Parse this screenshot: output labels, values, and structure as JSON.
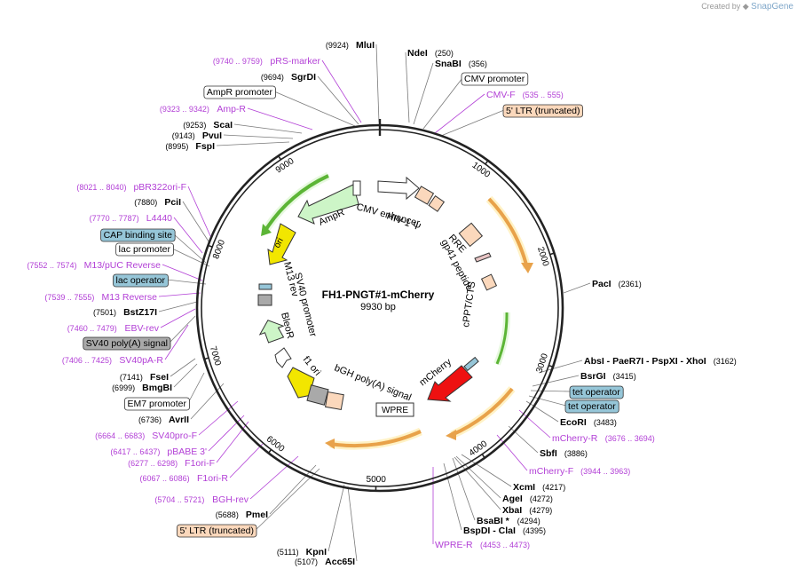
{
  "app": {
    "created_by": "Created by",
    "brand": "SnapGene"
  },
  "plasmid": {
    "name": "FH1-PNGT#1-mCherry",
    "length_label": "9930 bp",
    "length": 9930
  },
  "colors": {
    "backbone": "#222222",
    "primer": "#b23fd6",
    "site_name": "#000000",
    "orange_arrow": "#e8a24a",
    "green_arrow": "#5cb536",
    "red_arrow": "#ee1111",
    "yellow_arrow": "#f2e600",
    "peach_box": "#fbd8bc",
    "grey_box": "#a9a9a9",
    "blue_box": "#96c6d8",
    "light_green_arrow": "#cdf5c7"
  },
  "ticks": [
    "1000",
    "2000",
    "3000",
    "4000",
    "5000",
    "6000",
    "7000",
    "8000",
    "9000"
  ],
  "right_labels": [
    {
      "name": "NdeI",
      "pos": "(250)"
    },
    {
      "name": "SnaBI",
      "pos": "(356)"
    },
    {
      "name": "CMV promoter",
      "boxed": "plain"
    },
    {
      "name": "CMV-F",
      "pos": "(535 .. 555)",
      "primer": true
    },
    {
      "name": "5' LTR (truncated)",
      "boxed": "peach"
    },
    {
      "name": "PacI",
      "pos": "(2361)"
    },
    {
      "name": "AbsI  - PaeR7I  - PspXI  - XhoI",
      "pos": "(3162)"
    },
    {
      "name": "BsrGI",
      "pos": "(3415)"
    },
    {
      "name": "tet operator",
      "boxed": "blue"
    },
    {
      "name": "tet operator",
      "boxed": "blue"
    },
    {
      "name": "EcoRI",
      "pos": "(3483)"
    },
    {
      "name": "mCherry-R",
      "pos": "(3676 .. 3694)",
      "primer": true
    },
    {
      "name": "SbfI",
      "pos": "(3886)"
    },
    {
      "name": "mCherry-F",
      "pos": "(3944 .. 3963)",
      "primer": true
    },
    {
      "name": "XcmI",
      "pos": "(4217)"
    },
    {
      "name": "AgeI",
      "pos": "(4272)"
    },
    {
      "name": "XbaI",
      "pos": "(4279)"
    },
    {
      "name": "BsaBI *",
      "pos": "(4294)"
    },
    {
      "name": "BspDI  - ClaI",
      "pos": "(4395)"
    },
    {
      "name": "WPRE-R",
      "pos": "(4453 .. 4473)",
      "primer": true
    }
  ],
  "left_labels": [
    {
      "name": "MluI",
      "pos": "(9924)"
    },
    {
      "name": "pRS-marker",
      "pos": "(9740 .. 9759)",
      "primer": true
    },
    {
      "name": "SgrDI",
      "pos": "(9694)"
    },
    {
      "name": "AmpR promoter",
      "boxed": "plain"
    },
    {
      "name": "Amp-R",
      "pos": "(9323 .. 9342)",
      "primer": true
    },
    {
      "name": "ScaI",
      "pos": "(9253)"
    },
    {
      "name": "PvuI",
      "pos": "(9143)"
    },
    {
      "name": "FspI",
      "pos": "(8995)"
    },
    {
      "name": "pBR322ori-F",
      "pos": "(8021 .. 8040)",
      "primer": true
    },
    {
      "name": "PciI",
      "pos": "(7880)"
    },
    {
      "name": "L4440",
      "pos": "(7770 .. 7787)",
      "primer": true
    },
    {
      "name": "CAP binding site",
      "boxed": "blue"
    },
    {
      "name": "lac promoter",
      "boxed": "plain"
    },
    {
      "name": "M13/pUC Reverse",
      "pos": "(7552 .. 7574)",
      "primer": true
    },
    {
      "name": "lac operator",
      "boxed": "blue"
    },
    {
      "name": "M13 Reverse",
      "pos": "(7539 .. 7555)",
      "primer": true
    },
    {
      "name": "BstZ17I",
      "pos": "(7501)"
    },
    {
      "name": "EBV-rev",
      "pos": "(7460 .. 7479)",
      "primer": true
    },
    {
      "name": "SV40 poly(A) signal",
      "boxed": "grey"
    },
    {
      "name": "SV40pA-R",
      "pos": "(7406 .. 7425)",
      "primer": true
    },
    {
      "name": "FseI",
      "pos": "(7141)"
    },
    {
      "name": "BmgBI",
      "pos": "(6999)"
    },
    {
      "name": "EM7 promoter",
      "boxed": "plain"
    },
    {
      "name": "AvrII",
      "pos": "(6736)"
    },
    {
      "name": "SV40pro-F",
      "pos": "(6664 .. 6683)",
      "primer": true
    },
    {
      "name": "pBABE 3'",
      "pos": "(6417 .. 6437)",
      "primer": true
    },
    {
      "name": "F1ori-F",
      "pos": "(6277 .. 6298)",
      "primer": true
    },
    {
      "name": "F1ori-R",
      "pos": "(6067 .. 6086)",
      "primer": true
    },
    {
      "name": "BGH-rev",
      "pos": "(5704 .. 5721)",
      "primer": true
    },
    {
      "name": "PmeI",
      "pos": "(5688)"
    },
    {
      "name": "5' LTR (truncated)",
      "boxed": "peach"
    },
    {
      "name": "KpnI",
      "pos": "(5111)"
    },
    {
      "name": "Acc65I",
      "pos": "(5107)"
    }
  ],
  "inner_labels": {
    "cmv_enhancer": "CMV enhancer",
    "hiv_psi": "HIV-1 Ψ",
    "ampr": "AmpR",
    "ori": "ori",
    "rre": "RRE",
    "gp41": "gp41 peptide",
    "cppt": "cPPT/CTS",
    "m13rev": "M13 rev",
    "sv40prom": "SV40 promoter",
    "bleor": "BleoR",
    "f1ori": "f1 ori",
    "bgh": "bGH poly(A) signal",
    "mcherry": "mCherry",
    "wpre": "WPRE"
  }
}
